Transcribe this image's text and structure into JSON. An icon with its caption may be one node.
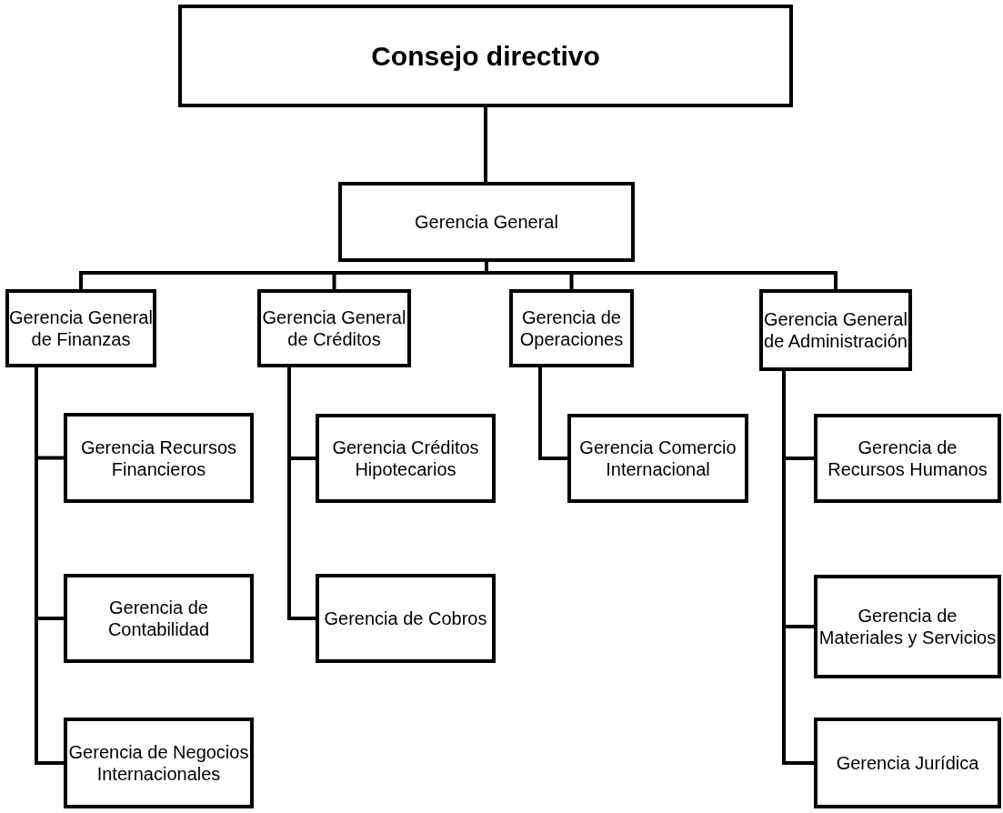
{
  "diagram": {
    "nodes": [
      {
        "text": [
          "Consejo directivo"
        ]
      },
      {
        "text": [
          "Gerencia General"
        ]
      },
      {
        "text": [
          "Gerencia General de Finanzas"
        ]
      },
      {
        "text": [
          "Gerencia General de Créditos"
        ]
      },
      {
        "text": [
          "Gerencia de Operaciones"
        ]
      },
      {
        "text": [
          "Gerencia General de Administración"
        ]
      },
      {
        "text": [
          "Gerencia Recursos Financieros"
        ]
      },
      {
        "text": [
          "Gerencia de Contabilidad"
        ]
      },
      {
        "text": [
          "Gerencia de Negocios Internacionales"
        ]
      },
      {
        "text": [
          "Gerencia Créditos Hipotecarios"
        ]
      },
      {
        "text": [
          "Gerencia de Cobros"
        ]
      },
      {
        "text": [
          "Gerencia Comercio Internacional"
        ]
      },
      {
        "text": [
          "Gerencia de Recursos Humanos"
        ]
      },
      {
        "text": [
          "Gerencia de Materiales y Servicios"
        ]
      },
      {
        "text": [
          "Gerencia Jurídica"
        ]
      }
    ],
    "edges": [
      {
        "from": 0,
        "to": 1,
        "arrow": "none"
      },
      {
        "from": 1,
        "to": 2,
        "arrow": "none"
      },
      {
        "from": 1,
        "to": 3,
        "arrow": "none"
      },
      {
        "from": 1,
        "to": 4,
        "arrow": "none"
      },
      {
        "from": 1,
        "to": 5,
        "arrow": "none"
      },
      {
        "from": 2,
        "to": 6,
        "arrow": "none"
      },
      {
        "from": 2,
        "to": 7,
        "arrow": "none"
      },
      {
        "from": 2,
        "to": 8,
        "arrow": "none"
      },
      {
        "from": 3,
        "to": 9,
        "arrow": "none"
      },
      {
        "from": 3,
        "to": 10,
        "arrow": "none"
      },
      {
        "from": 4,
        "to": 11,
        "arrow": "none"
      },
      {
        "from": 5,
        "to": 12,
        "arrow": "none"
      },
      {
        "from": 5,
        "to": 13,
        "arrow": "none"
      },
      {
        "from": 5,
        "to": 14,
        "arrow": "none"
      }
    ]
  }
}
